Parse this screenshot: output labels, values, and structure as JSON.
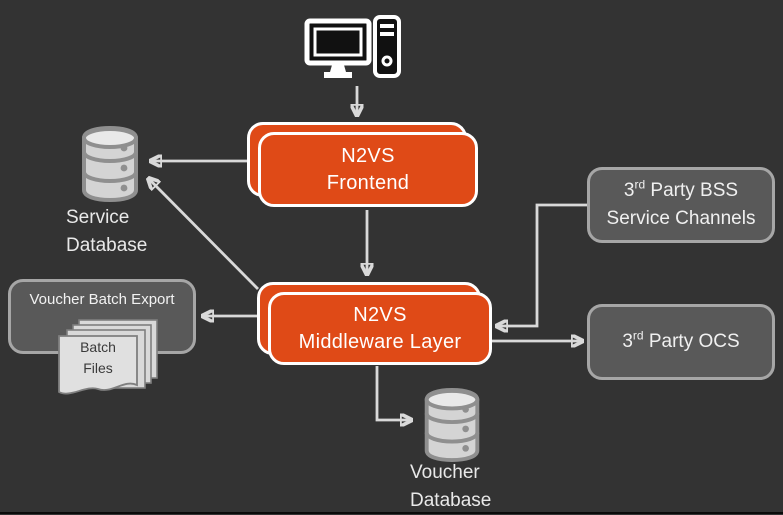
{
  "colors": {
    "background": "#333333",
    "accent_orange": "#df4a17",
    "box_gray": "#595959",
    "box_gray_border": "#a6a6a6",
    "arrow": "#d9d9d9",
    "label_text": "#e9e9e9",
    "white": "#ffffff"
  },
  "nodes": {
    "client": {
      "icon": "desktop-computer-icon"
    },
    "frontend": {
      "line1": "N2VS",
      "line2": "Frontend"
    },
    "middleware": {
      "line1": "N2VS",
      "line2": "Middleware Layer"
    },
    "service_database": {
      "icon": "database-icon",
      "line1": "Service",
      "line2": "Database"
    },
    "voucher_database": {
      "icon": "database-icon",
      "line1": "Voucher",
      "line2": "Database"
    },
    "voucher_batch_export": {
      "title": "Voucher Batch Export",
      "icon": "stacked-documents-icon",
      "doc_line1": "Batch",
      "doc_line2": "Files"
    },
    "bss": {
      "num": "3",
      "ordinal": "rd",
      "line1_rest": " Party BSS",
      "line2": "Service Channels"
    },
    "ocs": {
      "num": "3",
      "ordinal": "rd",
      "rest": " Party OCS"
    }
  }
}
